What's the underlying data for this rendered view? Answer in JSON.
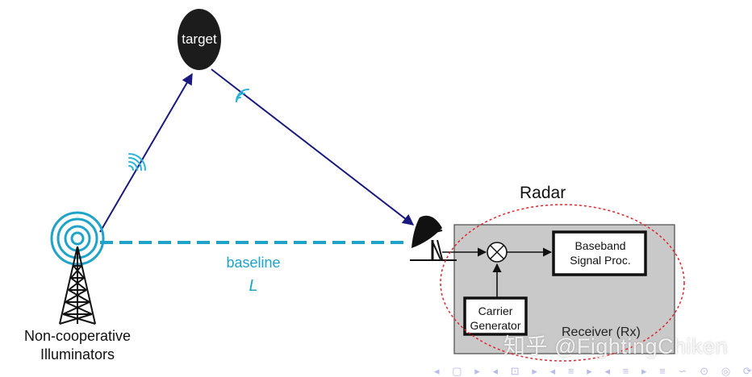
{
  "labels": {
    "target": "target",
    "radar": "Radar",
    "baseline": "baseline",
    "baseline_symbol": "L",
    "illuminator_line1": "Non-cooperative",
    "illuminator_line2": "Illuminators",
    "baseband_line1": "Baseband",
    "baseband_line2": "Signal Proc.",
    "carrier_line1": "Carrier",
    "carrier_line2": "Generator",
    "receiver": "Receiver (Rx)"
  },
  "watermark": "知乎 @FightingChiken",
  "nav_glyphs": [
    "◂",
    "▢",
    "▸",
    "◂",
    "⊡",
    "▸",
    "◂",
    "≡",
    "▸",
    "◂",
    "≡",
    "▸",
    "≡",
    "∽",
    "⊙",
    "◎",
    "⟳"
  ],
  "colors": {
    "path_arrow": "#1a1a7e",
    "baseline": "#1fa3c9",
    "wave": "#2ab4dc",
    "tower_rings": "#1fa3c9",
    "receiver_box": "#c9c9c9",
    "dashed_ellipse": "#e0252b",
    "target": "#1c1c1c"
  },
  "icons": [
    "target-ellipse",
    "broadcast-tower-icon",
    "satellite-dish-icon",
    "mixer-icon",
    "signal-wave-icon"
  ]
}
